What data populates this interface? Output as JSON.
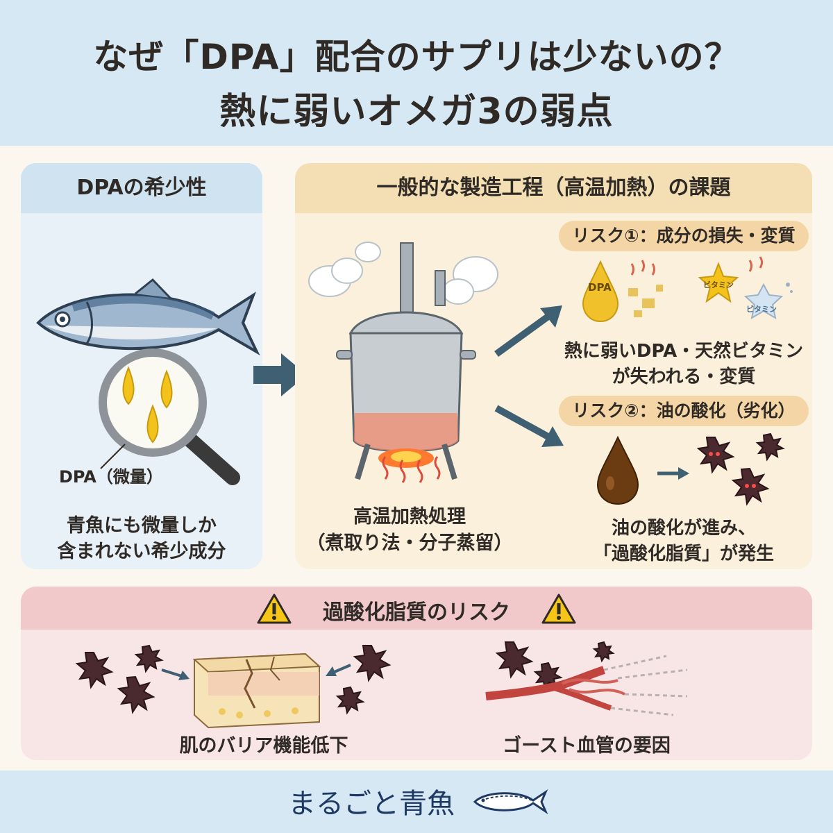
{
  "title": {
    "line1": "なぜ「DPA」配合のサプリは少ないの？",
    "line2": "熱に弱いオメガ3の弱点"
  },
  "left_panel": {
    "heading": "DPAの希少性",
    "dpa_label": "DPA（微量）",
    "caption_line1": "青魚にも微量しか",
    "caption_line2": "含まれない希少成分",
    "fish_icon": "sardine-icon",
    "magnifier_icon": "magnifier-icon"
  },
  "middle_panel": {
    "heading": "一般的な製造工程（高温加熱）の課題",
    "process_line1": "高温加熱処理",
    "process_line2": "（煮取り法・分子蒸留）",
    "pot_icon": "heated-pot-icon",
    "risk1": {
      "tag": "リスク①：成分の損失・変質",
      "drop_label": "DPA",
      "vitamin_label_1": "ビタミン",
      "vitamin_label_2": "ビタミン",
      "caption_line1": "熱に弱いDPA・天然ビタミン",
      "caption_line2": "が失われる・変質"
    },
    "risk2": {
      "tag": "リスク②：油の酸化（劣化）",
      "caption_line1": "油の酸化が進み、",
      "caption_line2": "「過酸化脂質」が発生"
    }
  },
  "bottom_panel": {
    "heading": "過酸化脂質のリスク",
    "warning_icon": "warning-icon",
    "skin_caption": "肌のバリア機能低下",
    "vessel_caption": "ゴースト血管の要因"
  },
  "footer": {
    "brand": "まるごと青魚",
    "brand_icon": "fish-logo-icon"
  },
  "colors": {
    "title_band": "#d6e8f3",
    "left_panel": "#e8f1f8",
    "middle_panel": "#faf0dc",
    "risk_tag": "#f4d6a6",
    "bottom_panel": "#f8e6e7",
    "arrow": "#3f5f73"
  }
}
